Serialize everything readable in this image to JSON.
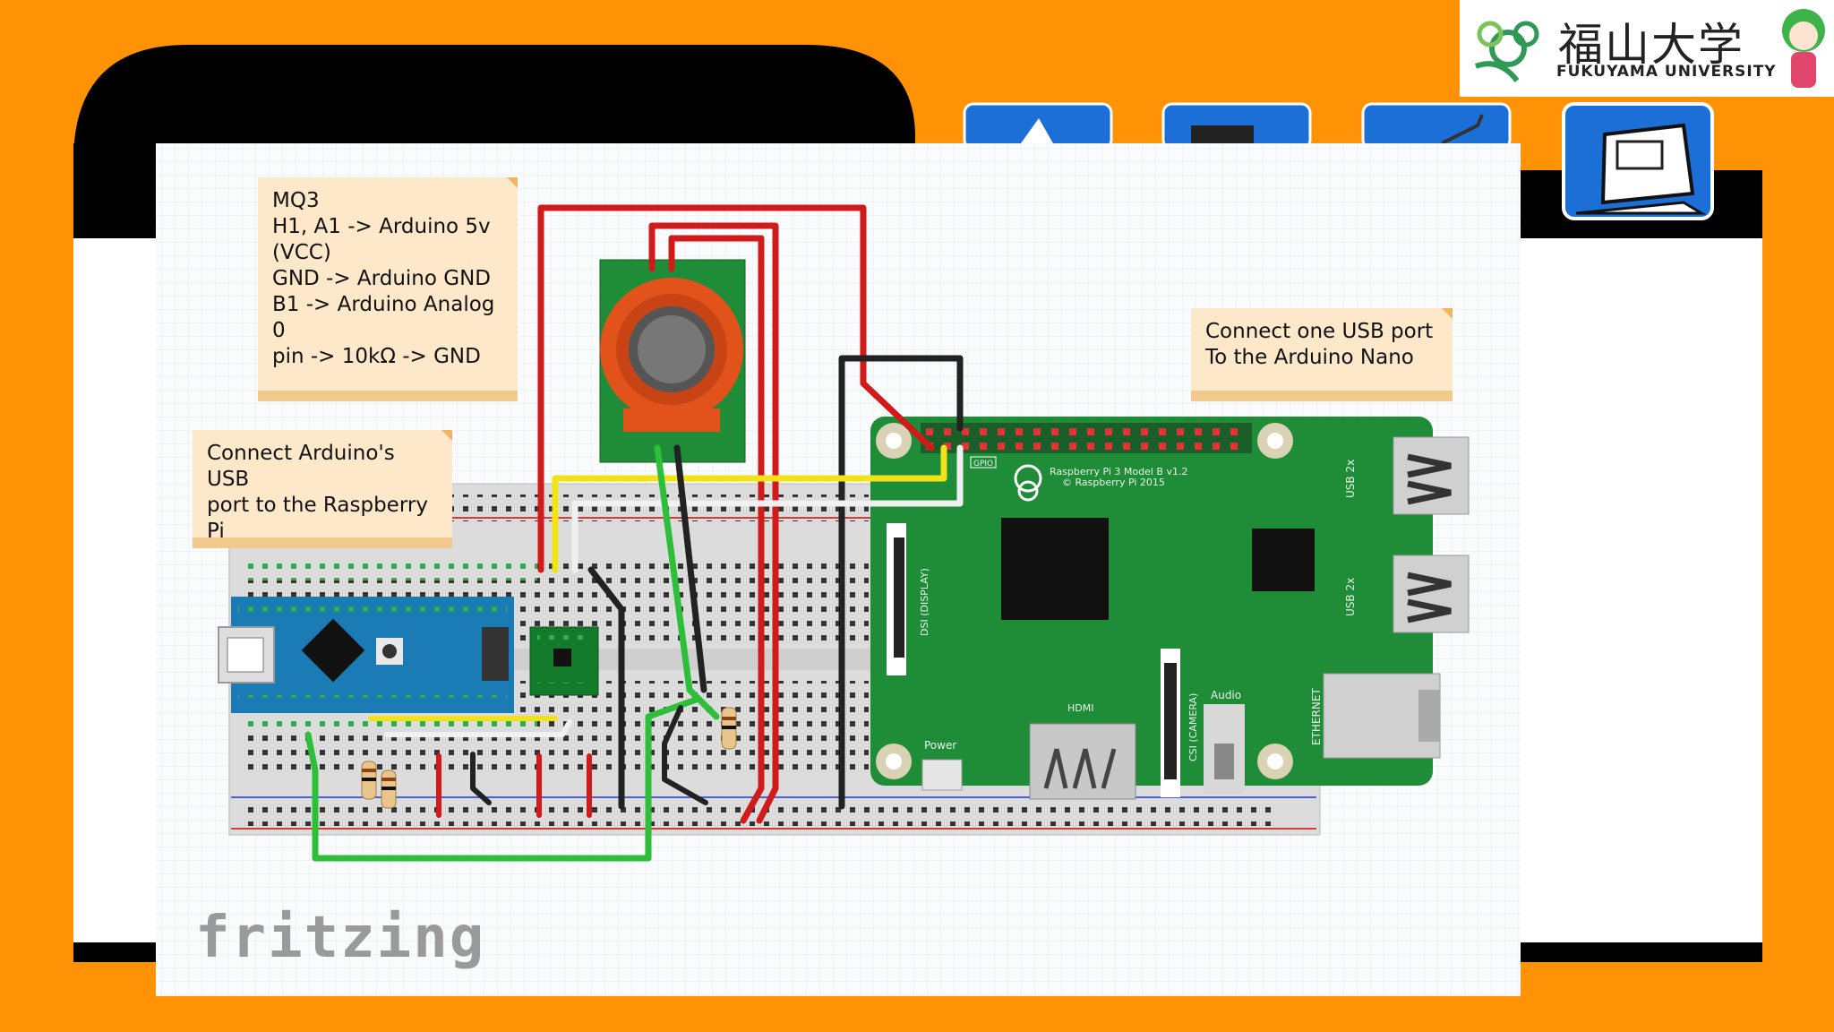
{
  "branding": {
    "university_jp": "福山大学",
    "university_en": "FUKUYAMA UNIVERSITY",
    "watermark": "fritzing"
  },
  "notes": {
    "mq3": "MQ3\nH1, A1 -> Arduino 5v\n(VCC)\nGND -> Arduino GND\nB1 -> Arduino Analog 0\npin -> 10kΩ -> GND",
    "arduino_usb": "Connect Arduino's USB\nport to the Raspberry\nPi",
    "usb_port": "Connect one USB port\nTo the Arduino Nano"
  },
  "pi_labels": {
    "model": "Raspberry Pi 3 Model B v1.2",
    "copyright": "© Raspberry Pi 2015",
    "gpio": "GPIO",
    "dsi": "DSI (DISPLAY)",
    "csi": "CSI (CAMERA)",
    "hdmi": "HDMI",
    "audio": "Audio",
    "power": "Power",
    "usb1": "USB 2x",
    "usb2": "USB 2x",
    "ethernet": "ETHERNET"
  },
  "colors": {
    "background": "#FF9305",
    "pi_board": "#1F8C37",
    "arduino_board": "#1B7BB5",
    "wire_red": "#D11A1A",
    "wire_yellow": "#F2E218",
    "wire_green": "#2DBE3A"
  }
}
